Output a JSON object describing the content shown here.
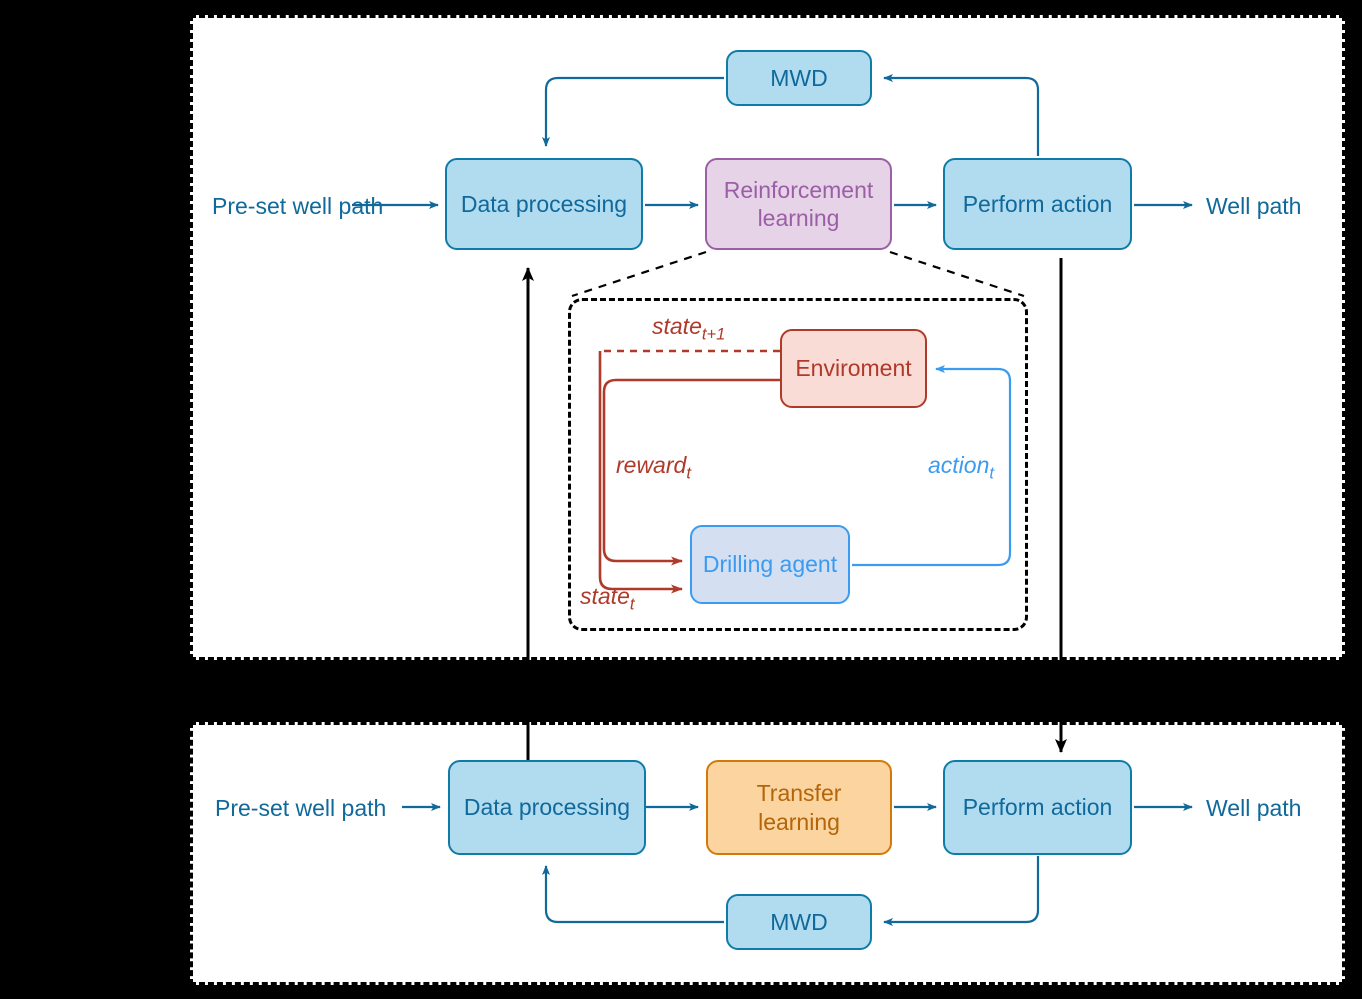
{
  "diagram": {
    "title": "Reinforcement learning and transfer learning drilling control workflow",
    "colors": {
      "background": "#000000",
      "panel": "#ffffff",
      "blue_fill": "#b1dcf0",
      "blue_stroke": "#107ba6",
      "purple_fill": "#e6d3e8",
      "purple_stroke": "#9a5fa5",
      "orange_fill": "#fbd4a0",
      "orange_stroke": "#d2790a",
      "red_fill": "#fadcd6",
      "red_stroke": "#b03a2a",
      "agent_fill": "#d4dff2",
      "agent_stroke": "#3a9bf0"
    }
  },
  "top_panel": {
    "input_label": "Pre-set well path",
    "output_label": "Well path",
    "nodes": {
      "mwd": "MWD",
      "data_processing": "Data processing",
      "reinforcement_learning": "Reinforcement\nlearning",
      "reinforcement_learning_line1": "Reinforcement",
      "reinforcement_learning_line2": "learning",
      "perform_action": "Perform action"
    },
    "inner": {
      "environment": "Enviroment",
      "drilling_agent": "Drilling agent",
      "labels": {
        "state_next": "state",
        "state_next_sub": "t+1",
        "reward": "reward",
        "reward_sub": "t",
        "state": "state",
        "state_sub": "t",
        "action": "action",
        "action_sub": "t"
      }
    }
  },
  "bottom_panel": {
    "input_label": "Pre-set well path",
    "output_label": "Well path",
    "nodes": {
      "data_processing": "Data processing",
      "transfer_learning_line1": "Transfer",
      "transfer_learning_line2": "learning",
      "perform_action": "Perform action",
      "mwd": "MWD"
    }
  }
}
